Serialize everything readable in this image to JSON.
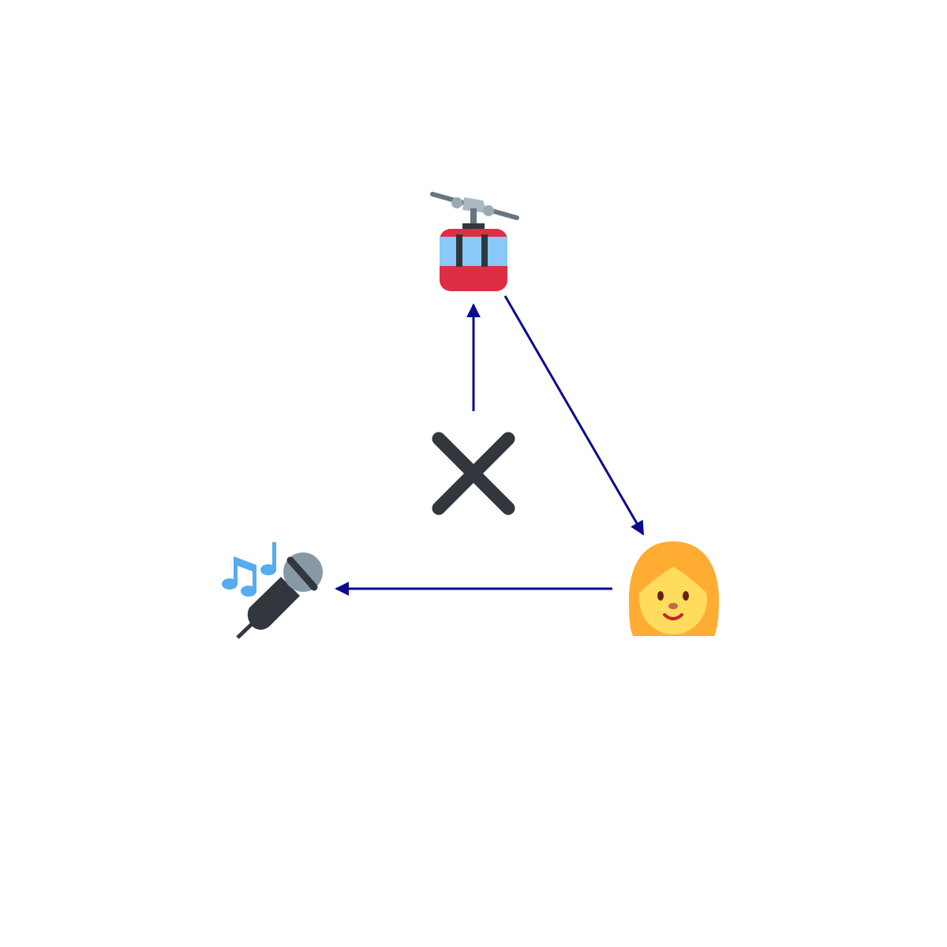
{
  "diagram": {
    "nodes": [
      {
        "id": "aerial-tramway",
        "icon": "aerial-tramway-icon"
      },
      {
        "id": "woman",
        "icon": "woman-icon"
      },
      {
        "id": "microphone",
        "icon": "microphone-music-notes-icon"
      },
      {
        "id": "multiply",
        "icon": "multiply-cross-icon"
      }
    ],
    "edges": [
      {
        "from": "multiply",
        "to": "aerial-tramway"
      },
      {
        "from": "aerial-tramway",
        "to": "woman"
      },
      {
        "from": "woman",
        "to": "microphone"
      }
    ],
    "colors": {
      "arrow": "#0a0a8f",
      "cross": "#31373d",
      "tram_red": "#dd2e44",
      "tram_window": "#88c9f9",
      "hair": "#ffac33",
      "face": "#ffdc5d",
      "note_blue": "#55acee",
      "mic_dark": "#31373d",
      "mic_grey": "#8899a6"
    }
  }
}
